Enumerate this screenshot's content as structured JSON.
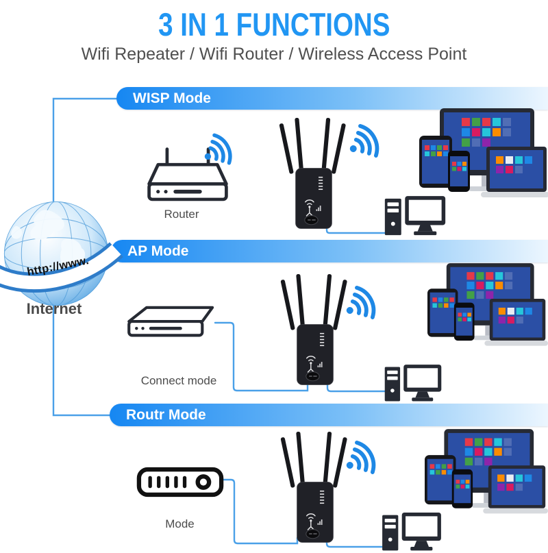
{
  "header": {
    "title": "3 IN 1 FUNCTIONS",
    "subtitle": "Wifi Repeater / Wifi Router / Wireless Access Point"
  },
  "internet": {
    "ribbon": "http://www.",
    "label": "Internet"
  },
  "sections": [
    {
      "title": "WISP Mode",
      "device_label": "Router"
    },
    {
      "title": "AP Mode",
      "device_label": "Connect mode"
    },
    {
      "title": "Routr Mode",
      "device_label": "Mode"
    }
  ],
  "colors": {
    "title-blue": "#2196f3",
    "subtitle-gray": "#4f4f4f",
    "label-gray": "#4c4c4c",
    "accent": "#1e88e5",
    "banner-start": "#1687f2",
    "banner-mid": "#7cc0f7",
    "banner-end": "#ecf6fe",
    "line-blue": "#4aa0e8",
    "screen-blue": "#2b4fa5",
    "device-dark": "#262a33",
    "tile": [
      "#e53948",
      "#43a047",
      "#fb8c00",
      "#26c6da",
      "#1e88e5",
      "#d81b60",
      "#8e24aa",
      "#f4b400"
    ]
  }
}
